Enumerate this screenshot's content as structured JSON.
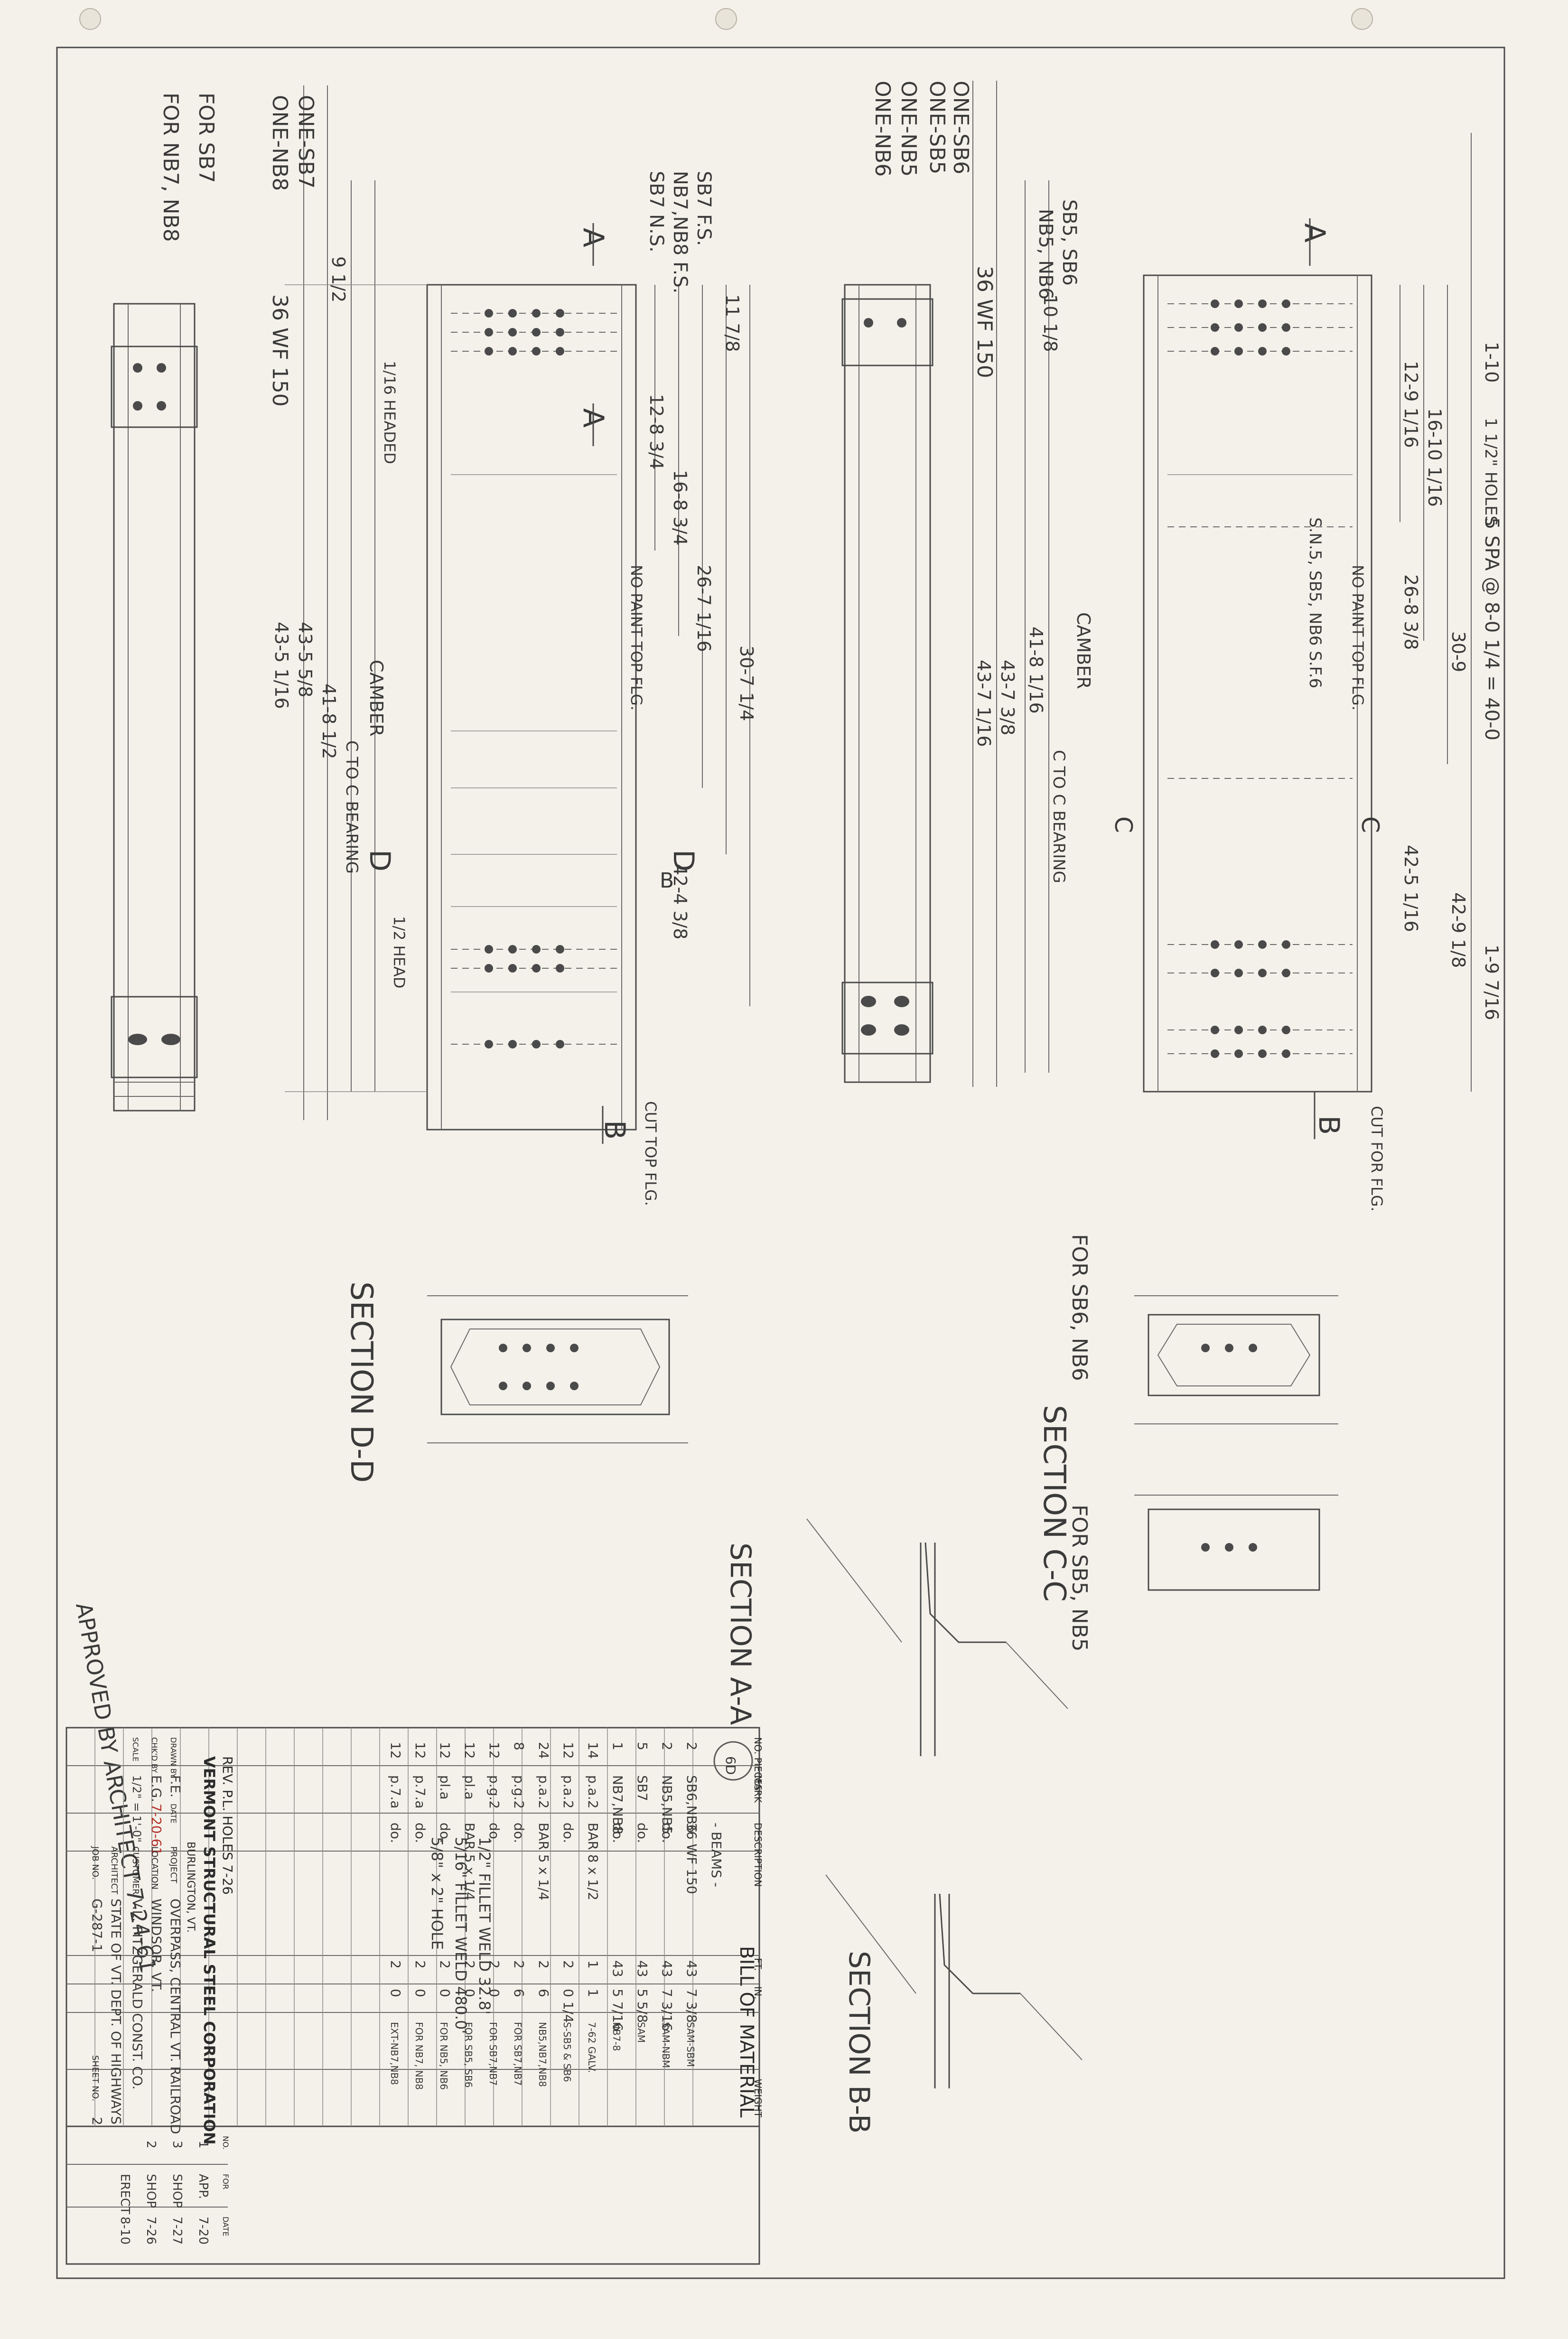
{
  "sheet": {
    "company": "VERMONT STRUCTURAL STEEL CORPORATION",
    "company_city": "BURLINGTON, VT.",
    "bill_title": "BILL OF MATERIAL",
    "approved_note": "APPROVED BY ARCHITECT 7-24-61",
    "circle_stamp": "6D"
  },
  "title_block": {
    "drawn_by_label": "DRAWN BY",
    "drawn_by": "F.E.",
    "date_label": "DATE",
    "date": "7-20-61",
    "check_by_label": "CHK'D BY",
    "check_by": "E.G.",
    "scale_label": "SCALE",
    "scale": "1/2\" = 1'-0\"",
    "project_label": "PROJECT",
    "project": "OVERPASS, CENTRAL VT. RAILROAD",
    "location_label": "LOCATION",
    "location": "WINDSOR, VT.",
    "customer_label": "CUSTOMER",
    "customer": "V.L. FITZGERALD CONST. CO.",
    "architect_label": "ARCHITECT",
    "architect": "STATE OF VT. DEPT. OF HIGHWAYS",
    "job_label": "JOB NO.",
    "job": "G-287-1",
    "sheet_label": "SHEET NO.",
    "sheet_no": "2",
    "rev_note": "REV. P.L. HOLES 7-26"
  },
  "print_record": {
    "header": [
      "NO.",
      "FOR",
      "DATE"
    ],
    "rows": [
      [
        "1",
        "APP.",
        "7-20"
      ],
      [
        "3",
        "SHOP",
        "7-27"
      ],
      [
        "2",
        "SHOP",
        "7-26"
      ],
      [
        "",
        "ERECT",
        "8-10"
      ]
    ]
  },
  "bill": {
    "columns": [
      "NO. PIECES",
      "MARK",
      "DESCRIPTION",
      "FT.",
      "IN.",
      "WEIGHT"
    ],
    "rows": [
      [
        "",
        "",
        "- BEAMS -",
        "",
        "",
        ""
      ],
      [
        "2",
        "SB6,NB6",
        "36 WF 150",
        "43",
        "7 3/8",
        "SAM-SBM"
      ],
      [
        "2",
        "NB5,NB5",
        "do.",
        "43",
        "7 3/16",
        "SAM-NBM"
      ],
      [
        "5",
        "SB7",
        "do.",
        "43",
        "5 5/8",
        "SAM"
      ],
      [
        "1",
        "NB7,NB8",
        "do.",
        "43",
        "5 7/16",
        "NB7-8"
      ],
      [
        "14",
        "p.a.2",
        "BAR 8 x 1/2",
        "1",
        "1",
        "7-62 GALV."
      ],
      [
        "12",
        "p.a.2",
        "do.",
        "2",
        "0 1/4",
        "S-SB5 & SB6"
      ],
      [
        "24",
        "p.a.2",
        "BAR 5 x 1/4",
        "2",
        "6",
        "NB5,NB7,NB8"
      ],
      [
        "8",
        "p.g.2",
        "do.",
        "2",
        "6",
        "FOR SB7,NB7"
      ],
      [
        "12",
        "p.g.2",
        "do.",
        "2",
        "0",
        "FOR SB7,NB7"
      ],
      [
        "12",
        "pl.a",
        "BAR 5 x 1/4",
        "2",
        "0",
        "FOR SB5, SB6"
      ],
      [
        "12",
        "pl.a",
        "do.",
        "2",
        "0",
        "FOR NB5, NB6"
      ],
      [
        "12",
        "p.7.a",
        "do.",
        "2",
        "0",
        "FOR NB7, NB8"
      ],
      [
        "12",
        "p.7.a",
        "do.",
        "2",
        "0",
        "EXT-NB7,NB8"
      ]
    ],
    "notes": [
      "1/2\" FILLET WELD 32.8'",
      "5/16\" FILLET WELD 480.0'",
      "5/8\" x 2\" HOLE"
    ]
  },
  "sections": {
    "dd": "SECTION D-D",
    "cc": "SECTION C-C",
    "aa": "SECTION A-A",
    "bb": "SECTION B-B",
    "for_sb6_nb6": "FOR SB6, NB6",
    "for_sb5_nb5": "FOR SB5, NB5"
  },
  "beam_sb7": {
    "labels": [
      "FOR SB7",
      "FOR NB7, NB8",
      "ONE-SB7",
      "ONE-NB8",
      "36 WF 150",
      "NB7,NB8 F.S.",
      "SB7 N.S.",
      "SB7 F.S."
    ],
    "dims": [
      "9 1/2",
      "11 7/8",
      "12-8 3/4",
      "16-8 3/4",
      "26-7 1/16",
      "30-7 1/4",
      "41-8 1/2",
      "42-4 3/8",
      "43-5 5/8",
      "43-5 1/16"
    ],
    "notes": [
      "1/16 HEADED",
      "CAMBER",
      "1/2 HEAD",
      "CUT TOP FLG.",
      "NO PAINT TOP FLG.",
      "C TO C BEARING"
    ]
  },
  "beam_sb6": {
    "labels": [
      "ONE-SB5",
      "ONE-SB6",
      "ONE-NB5",
      "ONE-NB6",
      "36 WF 150",
      "SB5, SB6",
      "NB5, NB6",
      "S.N.5, SB5, NB6 S.F.6"
    ],
    "dims": [
      "10 1/8",
      "12-9 1/16",
      "16-10 1/16",
      "26-8 3/8",
      "30-9",
      "41-8 1/16",
      "42-5 1/16",
      "42-9 1/8",
      "43-7 1/16",
      "43-7 3/8",
      "1-9 7/16",
      "1-10"
    ],
    "notes": [
      "CAMBER",
      "NO PAINT TOP FLG.",
      "5 SPA @ 8-0 1/4 = 40-0",
      "1 1/2\" HOLES",
      "C TO C BEARING",
      "CUT FOR FLG."
    ]
  }
}
